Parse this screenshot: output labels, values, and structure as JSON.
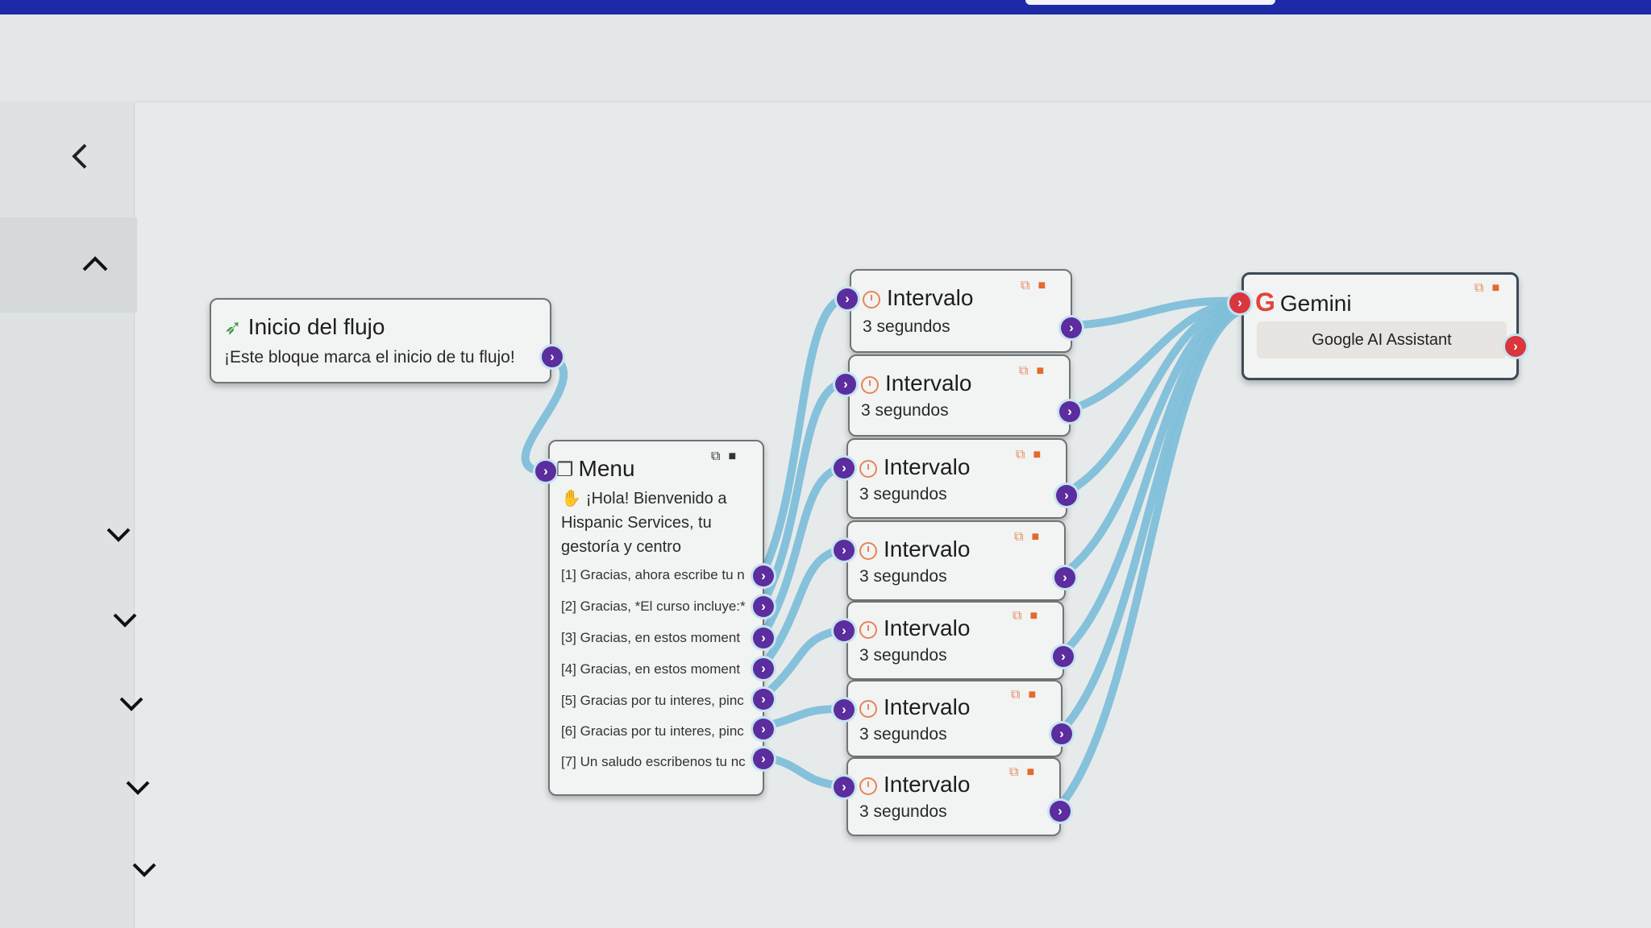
{
  "colors": {
    "topbar": "#1c2aa8",
    "port": "#5b2d9e",
    "port_alt": "#d9363e",
    "connector": "#7fbfd9",
    "tool": "#e36a2e"
  },
  "sidebar": {
    "back_icon": "chevron-left-icon",
    "collapse_icon": "chevron-up-icon",
    "expand_icon": "chevron-down-icon"
  },
  "start_node": {
    "title": "Inicio del flujo",
    "subtitle": "¡Este bloque marca el inicio de tu flujo!",
    "icon": "rocket-icon"
  },
  "menu_node": {
    "title": "Menu",
    "icon": "menu-icon",
    "greeting": [
      "¡Hola! Bienvenido a",
      "Hispanic Services, tu",
      "gestoría y centro"
    ],
    "options": [
      "[1] Gracias, ahora escribe tu n",
      "[2] Gracias, *El curso incluye:*",
      "[3] Gracias, en estos moment",
      "[4] Gracias, en estos moment",
      "[5] Gracias por tu interes, pinc",
      "[6] Gracias por tu interes, pinc",
      "[7] Un saludo escribenos tu nc"
    ]
  },
  "interval_nodes": [
    {
      "title": "Intervalo",
      "duration": "3 segundos"
    },
    {
      "title": "Intervalo",
      "duration": "3 segundos"
    },
    {
      "title": "Intervalo",
      "duration": "3 segundos"
    },
    {
      "title": "Intervalo",
      "duration": "3 segundos"
    },
    {
      "title": "Intervalo",
      "duration": "3 segundos"
    },
    {
      "title": "Intervalo",
      "duration": "3 segundos"
    },
    {
      "title": "Intervalo",
      "duration": "3 segundos"
    }
  ],
  "gemini_node": {
    "title": "Gemini",
    "logo": "G",
    "button": "Google AI Assistant"
  }
}
